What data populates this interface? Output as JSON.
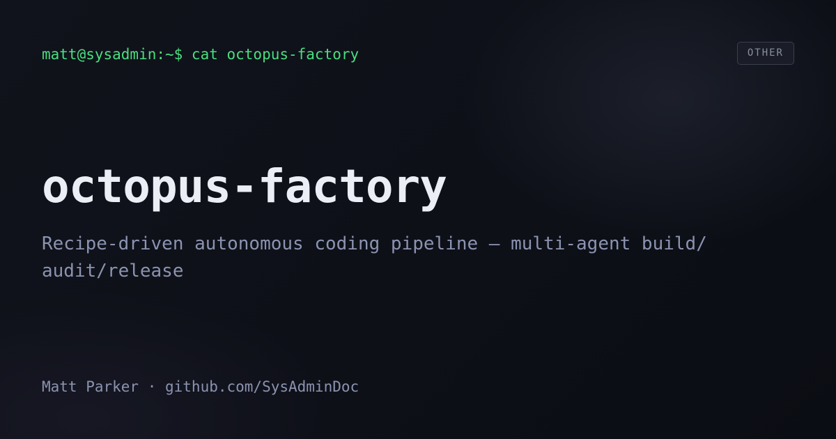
{
  "header": {
    "prompt": "matt@sysadmin:~$ cat octopus-factory",
    "category_badge": "OTHER"
  },
  "main": {
    "title": "octopus-factory",
    "description": "Recipe-driven autonomous coding pipeline — multi-agent build/ audit/release"
  },
  "footer": {
    "byline": "Matt Parker · github.com/SysAdminDoc"
  },
  "colors": {
    "background": "#0e1018",
    "prompt": "#4ade80",
    "title": "#eceef6",
    "muted_text": "#8b93b0",
    "badge_border": "#3a3f4d"
  }
}
